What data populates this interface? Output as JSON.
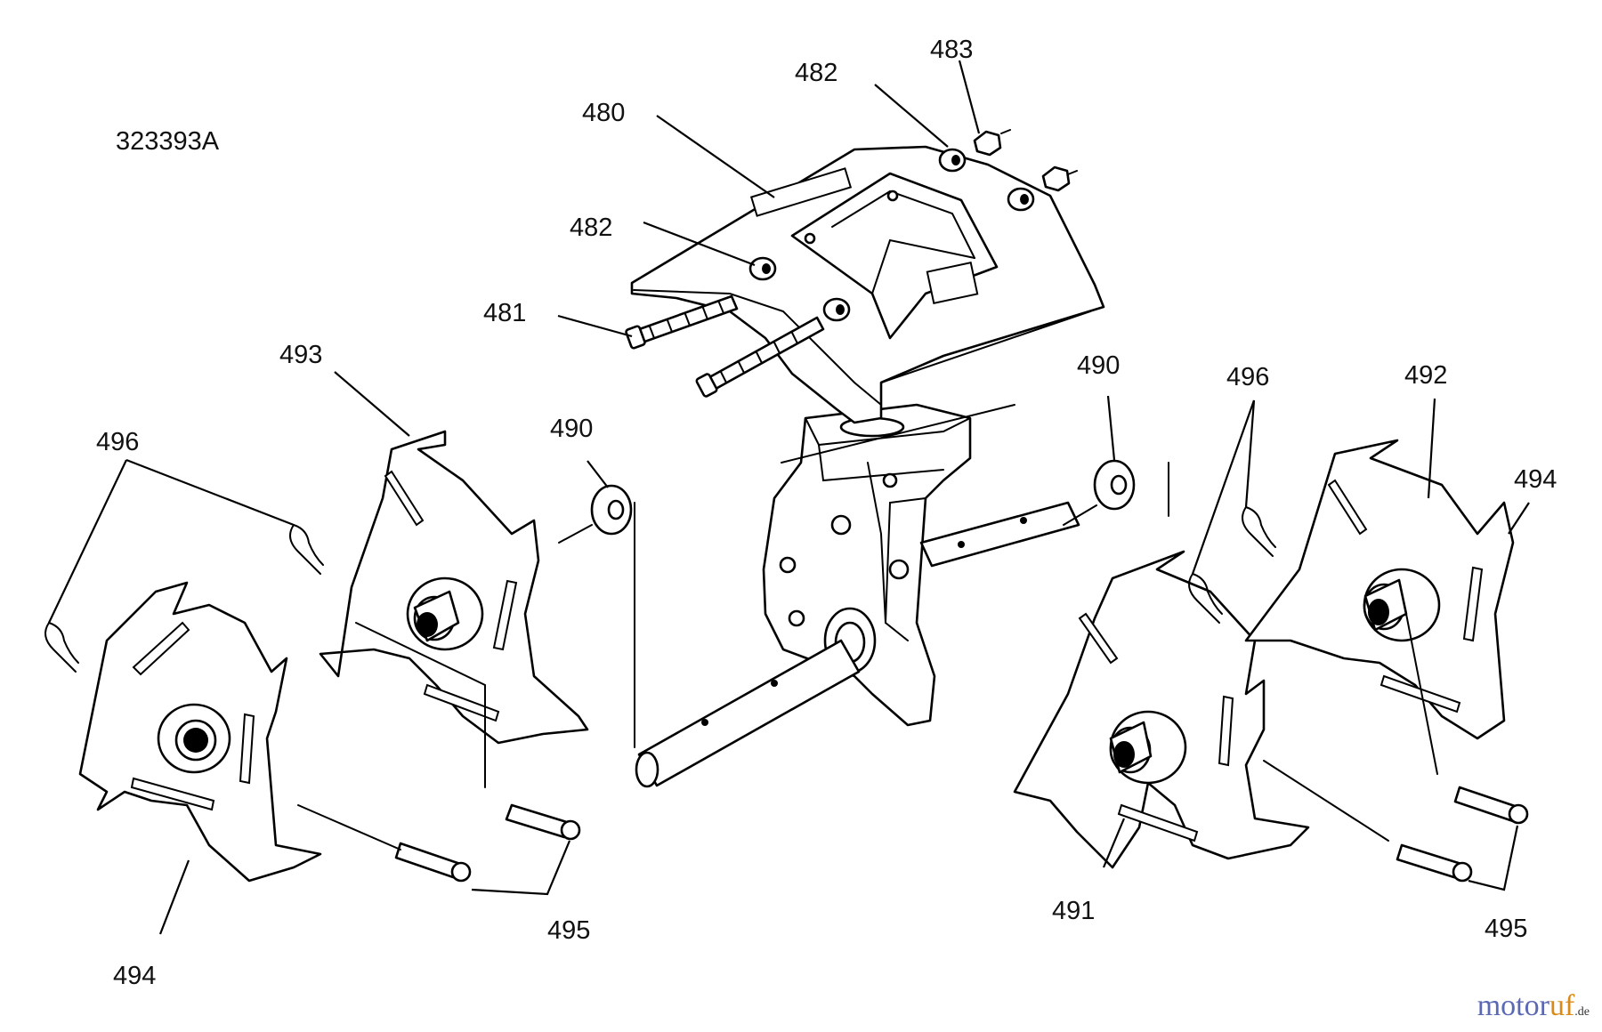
{
  "diagram": {
    "drawing_number": "323393A",
    "part_labels": {
      "cover": "480",
      "bolt": "481",
      "spacer_front": "482",
      "spacer_rear": "482",
      "nut": "483",
      "washer_left": "490",
      "washer_right": "490",
      "tine_inner_right": "491",
      "tine_outer_right": "492",
      "tine_inner_left": "493",
      "tine_outer_left": "494",
      "tine_outer_right_2": "494",
      "pin_left": "495",
      "pin_right": "495",
      "hairpin_left": "496",
      "hairpin_right": "496"
    }
  },
  "watermark": {
    "brand_blue": "motor",
    "brand_orange": "uf",
    "suffix": ".de",
    "colors": {
      "blue": "#5b68b3",
      "orange": "#d88a1a"
    }
  }
}
